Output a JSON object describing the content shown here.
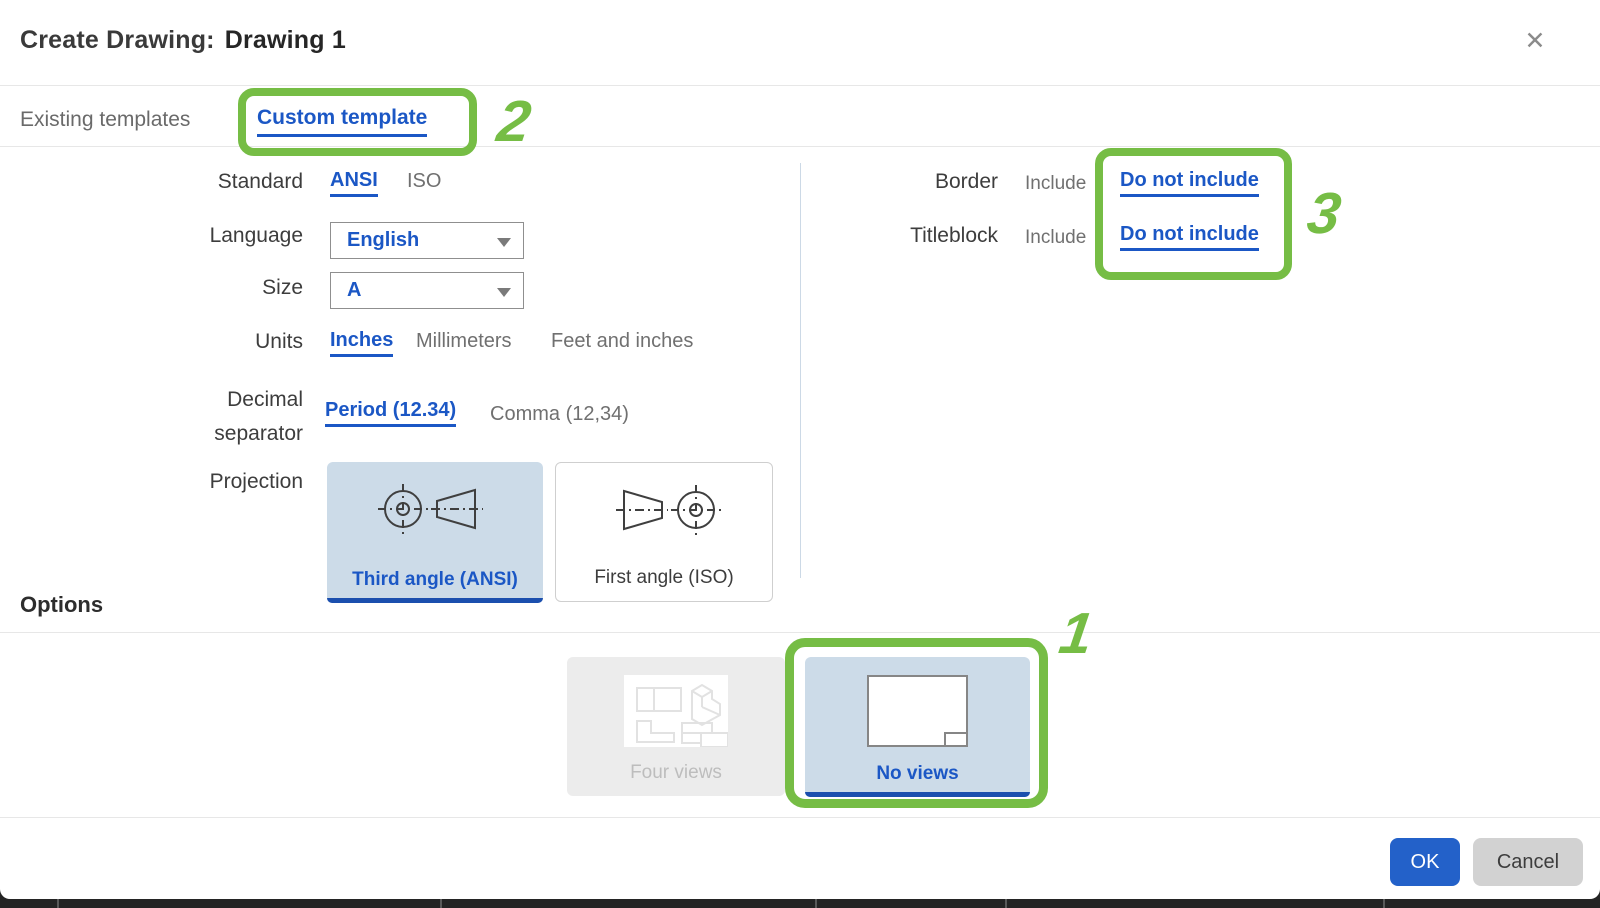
{
  "colors": {
    "accent_blue": "#1b57c5",
    "annotation_green": "#76bd45",
    "selected_card_bg": "#ccdbe8",
    "ok_button_blue": "#2361c9"
  },
  "header": {
    "title_prefix": "Create Drawing:",
    "title_name": "Drawing 1",
    "close": "✕"
  },
  "tabs": {
    "existing": "Existing templates",
    "custom": "Custom template"
  },
  "annotations": {
    "n1": "1",
    "n2": "2",
    "n3": "3"
  },
  "form": {
    "standard": {
      "label": "Standard",
      "ansi": "ANSI",
      "iso": "ISO",
      "selected": "ANSI"
    },
    "language": {
      "label": "Language",
      "value": "English"
    },
    "size": {
      "label": "Size",
      "value": "A"
    },
    "units": {
      "label": "Units",
      "inches": "Inches",
      "millimeters": "Millimeters",
      "feet": "Feet and inches",
      "selected": "Inches"
    },
    "decimal": {
      "label": "Decimal separator",
      "period": "Period (12.34)",
      "comma": "Comma (12,34)",
      "selected": "Period (12.34)"
    },
    "projection": {
      "label": "Projection",
      "third": "Third angle (ANSI)",
      "first": "First angle (ISO)",
      "selected": "Third angle (ANSI)"
    }
  },
  "sheet": {
    "border": {
      "label": "Border",
      "include": "Include",
      "exclude": "Do not include",
      "selected": "Do not include"
    },
    "titleblock": {
      "label": "Titleblock",
      "include": "Include",
      "exclude": "Do not include",
      "selected": "Do not include"
    }
  },
  "options": {
    "heading": "Options",
    "four_views": "Four views",
    "no_views": "No views",
    "selected": "No views"
  },
  "footer": {
    "ok": "OK",
    "cancel": "Cancel"
  }
}
